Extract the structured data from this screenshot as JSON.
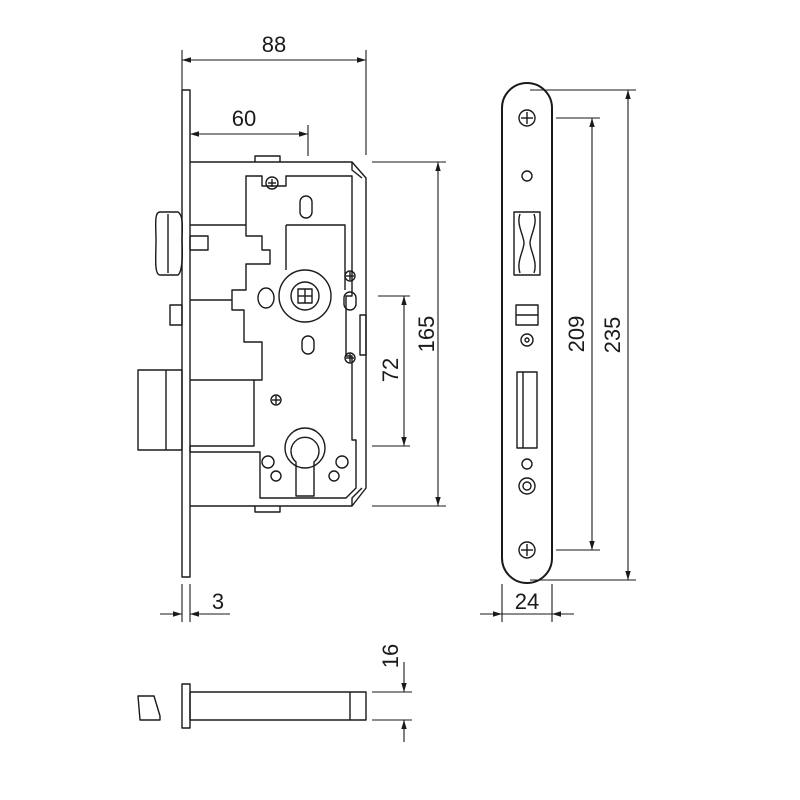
{
  "dimensions": {
    "d88": "88",
    "d60": "60",
    "d165": "165",
    "d72": "72",
    "d3": "3",
    "d209": "209",
    "d235": "235",
    "d24": "24",
    "d16": "16"
  },
  "colors": {
    "line": "#1a1a1a",
    "background": "#ffffff"
  }
}
